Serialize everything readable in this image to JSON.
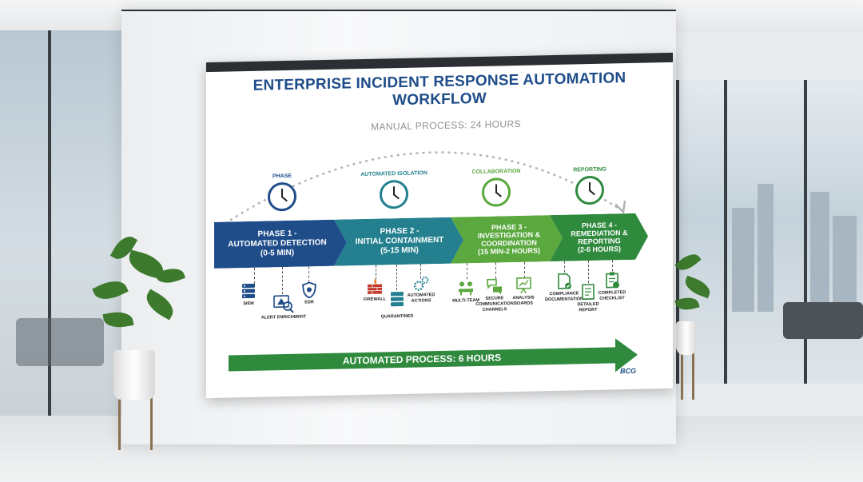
{
  "poster": {
    "title": "ENTERPRISE INCIDENT RESPONSE AUTOMATION WORKFLOW",
    "manual_process": "MANUAL PROCESS: 24 HOURS",
    "automated_process": "AUTOMATED PROCESS: 6 HOURS",
    "logo": "BCG",
    "phases": [
      {
        "top_label": "PHASE",
        "line1": "PHASE 1 -",
        "line2": "AUTOMATED DETECTION",
        "line3": "(0-5 MIN)",
        "color": "#1f4d8a"
      },
      {
        "top_label": "AUTOMATED ISOLATION",
        "line1": "PHASE 2 -",
        "line2": "INITIAL CONTAINMENT",
        "line3": "(5-15 MIN)",
        "color": "#24808f"
      },
      {
        "top_label": "COLLABORATION",
        "line1": "PHASE 3 -",
        "line2": "INVESTIGATION &",
        "line3": "COORDINATION",
        "line4": "(15 MIN-2 HOURS)",
        "color": "#5aa83e"
      },
      {
        "top_label": "REPORTING",
        "line1": "PHASE 4 -",
        "line2": "REMEDIATION &",
        "line3": "REPORTING",
        "line4": "(2-6 HOURS)",
        "color": "#2f8a3e"
      }
    ],
    "icons": {
      "siem": "SIEM",
      "alert_enrichment": "ALERT ENRICHMENT",
      "edr": "EDR",
      "firewall": "FIREWALL",
      "quarantined": "QUARANTINED",
      "automated_actions_1": "AUTOMATED",
      "automated_actions_2": "ACTIONS",
      "multi_team": "MULTI-TEAM",
      "secure_1": "SECURE",
      "secure_2": "COMMUNICATION",
      "secure_3": "CHANNELS",
      "analysis_1": "ANALYSIS",
      "analysis_2": "BOARDS",
      "compliance_1": "COMPLIANCE",
      "compliance_2": "DOCUMENTATION",
      "report_1": "DETAILED",
      "report_2": "REPORT",
      "checklist_1": "COMPLETED",
      "checklist_2": "CHECKLIST"
    }
  }
}
